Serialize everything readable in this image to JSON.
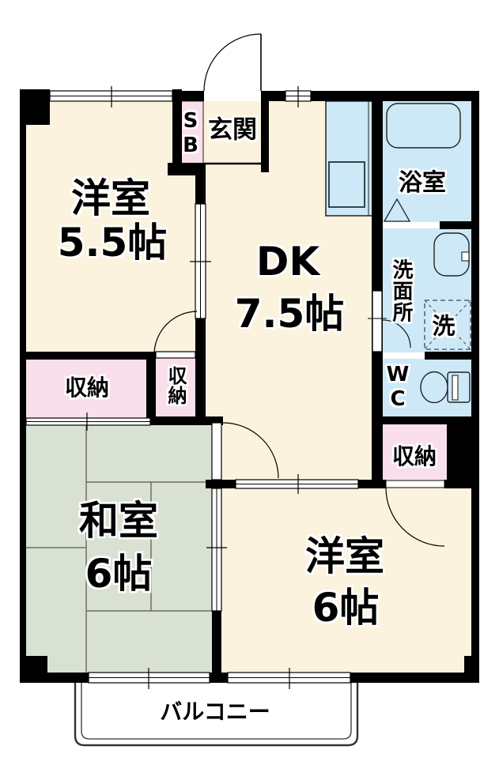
{
  "labels": {
    "western_room_1": "洋室",
    "western_room_1_size": "5.5帖",
    "dining_kitchen": "DK",
    "dining_kitchen_size": "7.5帖",
    "japanese_room": "和室",
    "japanese_room_size": "6帖",
    "western_room_2": "洋室",
    "western_room_2_size": "6帖",
    "entrance": "玄関",
    "shoe_box": "SB",
    "bathroom": "浴室",
    "washroom": "洗面所",
    "laundry": "洗",
    "toilet": "WC",
    "storage_left": "収納",
    "storage_middle": "収納",
    "storage_right": "収納",
    "balcony": "バルコニー"
  },
  "colors": {
    "wall": "#000000",
    "floor": "#FCF3DF",
    "tatami": "#D9E2D2",
    "wet_area": "#CDE9F7",
    "storage": "#F8DFEB",
    "background": "#FFFFFF"
  }
}
